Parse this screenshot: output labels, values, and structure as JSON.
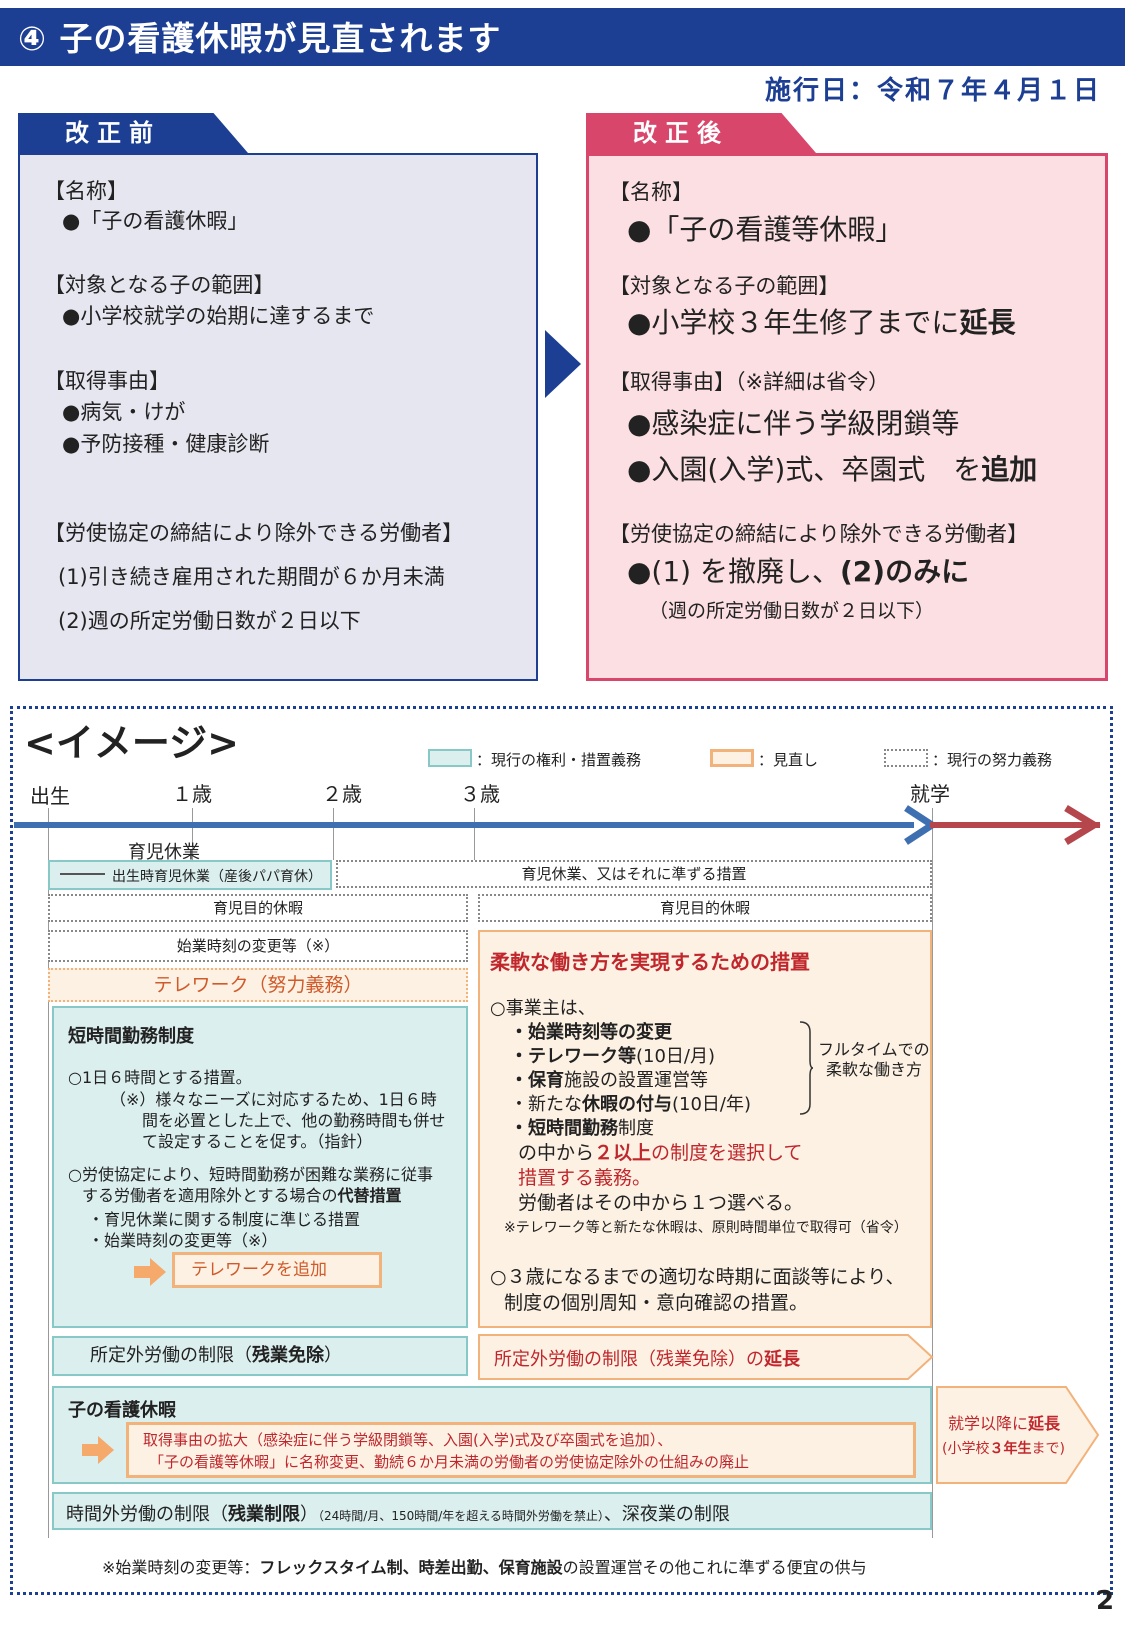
{
  "header": {
    "title": "④ 子の看護休暇が見直されます",
    "effective_date": "施行日：令和７年４月１日"
  },
  "before": {
    "tab": "改正前",
    "name_heading": "【名称】",
    "name_value": "●「子の看護休暇」",
    "scope_heading": "【対象となる子の範囲】",
    "scope_value": "●小学校就学の始期に達するまで",
    "reason_heading": "【取得事由】",
    "reason_1": "●病気・けが",
    "reason_2": "●予防接種・健康診断",
    "exclusion_heading": "【労使協定の締結により除外できる労働者】",
    "exclusion_1": "(1)引き続き雇用された期間が６か月未満",
    "exclusion_2": "(2)週の所定労働日数が２日以下"
  },
  "after": {
    "tab": "改正後",
    "name_heading": "【名称】",
    "name_value": "●「子の看護等休暇」",
    "scope_heading": "【対象となる子の範囲】",
    "scope_value_pre": "●小学校３年生修了までに",
    "scope_value_bold": "延長",
    "reason_heading": "【取得事由】（※詳細は省令）",
    "reason_1": "●感染症に伴う学級閉鎖等",
    "reason_2_pre": "●入園(入学)式、卒園式　を",
    "reason_2_bold": "追加",
    "exclusion_heading": "【労使協定の締結により除外できる労働者】",
    "exclusion_pre": "●(1) を撤廃し、",
    "exclusion_bold": "(2)のみに",
    "exclusion_note": "（週の所定労働日数が２日以下）"
  },
  "image": {
    "title": "<イメージ>",
    "legend": [
      {
        "label": "：現行の権利・措置義務",
        "color": "#dcefef"
      },
      {
        "label": "：見直し",
        "color": "#fdf1e3"
      },
      {
        "label": "：現行の努力義務",
        "color": "#ffffff"
      }
    ],
    "ages": [
      "出生",
      "１歳",
      "２歳",
      "３歳",
      "就学"
    ],
    "childcare_leave": "育児休業",
    "birth_leave": "出生時育児休業（産後パパ育休）",
    "childcare_leave_equiv": "育児休業、又はそれに準ずる措置",
    "purpose_leave_left": "育児目的休暇",
    "purpose_leave_right": "育児目的休暇",
    "start_time_change": "始業時刻の変更等（※）",
    "telework_effort": "テレワーク（努力義務）",
    "short_hours": {
      "heading": "短時間勤務制度",
      "line1": "○1日６時間とする措置。",
      "line2": "（※）様々なニーズに対応するため、1日６時",
      "line3": "間を必置とした上で、他の勤務時間も併せ",
      "line4": "て設定することを促す。（指針）",
      "line5": "○労使協定により、短時間勤務が困難な業務に従事",
      "line6_pre": "する労働者を適用除外とする場合の",
      "line6_bold": "代替措置",
      "line7": "・育児休業に関する制度に準じる措置",
      "line8": "・始業時刻の変更等（※）",
      "added": "テレワークを追加"
    },
    "flexible": {
      "heading": "柔軟な働き方を実現するための措置",
      "intro": "○事業主は、",
      "item1": "・始業時刻等の変更",
      "item2_bold": "・テレワーク等",
      "item2_rest": "(10日/月)",
      "item3_bold": "・保育",
      "item3_rest": "施設の設置運営等",
      "item4_pre": "・新たな",
      "item4_bold": "休暇の付与",
      "item4_rest": "(10日/年)",
      "item5_bold": "・短時間勤務",
      "item5_rest": "制度",
      "brace_note_1": "フルタイムでの",
      "brace_note_2": "柔軟な働き方",
      "select_pre": "の中から",
      "select_red": "２以上",
      "select_rest": "の制度を選択して",
      "obligation": "措置する義務。",
      "worker": "労働者はその中から１つ選べる。",
      "footnote": "※テレワーク等と新たな休暇は、原則時間単位で取得可（省令）",
      "interview_1": "○３歳になるまでの適切な時期に面談等により、",
      "interview_2": "制度の個別周知・意向確認の措置。"
    },
    "overtime_exempt_left_pre": "所定外労働の制限（",
    "overtime_exempt_left_bold": "残業免除",
    "overtime_exempt_left_post": "）",
    "overtime_exempt_right_pre": "所定外労働の制限（残業免除）の",
    "overtime_exempt_right_bold": "延長",
    "nursing": {
      "heading": "子の看護休暇",
      "line1": "取得事由の拡大（感染症に伴う学級閉鎖等、入園(入学)式及び卒園式を追加）、",
      "line2": "「子の看護等休暇」に名称変更、勤続６か月未満の労働者の労使協定除外の仕組みの廃止",
      "extension_1_pre": "就学以降に",
      "extension_1_bold": "延長",
      "extension_2_pre": "(小学校",
      "extension_2_bold": "３年生",
      "extension_2_post": "まで)"
    },
    "overtime_limit_pre": "時間外労働の制限（",
    "overtime_limit_bold": "残業制限",
    "overtime_limit_post": "）",
    "overtime_limit_small": "（24時間/月、150時間/年を超える時間外労働を禁止）",
    "overtime_limit_end": "、深夜業の制限",
    "footnote_pre": "※始業時刻の変更等：",
    "footnote_bold": "フレックスタイム制、時差出勤、保育施設",
    "footnote_post": "の設置運営その他これに準ずる便宜の供与"
  },
  "page_number": "2",
  "colors": {
    "navy": "#1c3f94",
    "pink": "#d9466c",
    "teal": "#dcefef",
    "orange": "#f2b27b",
    "red": "#c0272d"
  }
}
